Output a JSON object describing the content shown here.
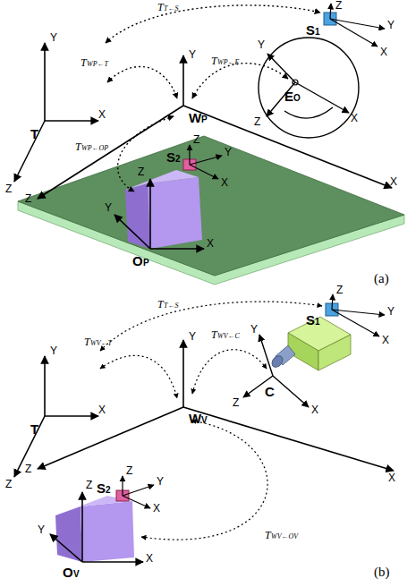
{
  "diagram": {
    "labels": [
      "Y",
      "X",
      "Z",
      "T",
      "Y",
      "W",
      "P",
      "X",
      "Z",
      "Y",
      "X",
      "Z",
      "E",
      "O",
      "Z",
      "Y",
      "X",
      "S",
      "1",
      "Z",
      "Y",
      "X",
      "O",
      "P",
      "Z",
      "Y",
      "X",
      "S",
      "2",
      "T",
      "T←S",
      "T",
      "WP←T",
      "T",
      "WP←E",
      "T",
      "WP←OP",
      "(a)",
      "Y",
      "X",
      "Z",
      "T",
      "Y",
      "W",
      "V",
      "X",
      "Z",
      "Y",
      "Z",
      "X",
      "C",
      "Z",
      "Y",
      "X",
      "S",
      "1",
      "Z",
      "Y",
      "X",
      "O",
      "V",
      "Z",
      "Y",
      "X",
      "S",
      "2",
      "T",
      "T←S",
      "T",
      "WV←T",
      "T",
      "WV←C",
      "T",
      "WV←OV",
      "(b)"
    ]
  }
}
